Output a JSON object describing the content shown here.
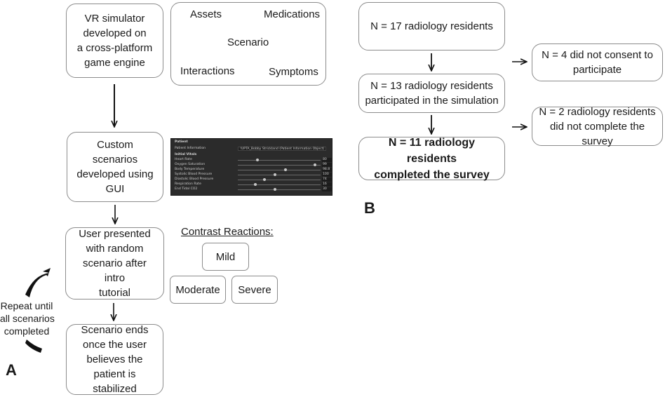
{
  "panel_a": {
    "label": "A",
    "boxes": {
      "vr_simulator": [
        "VR simulator",
        "developed on",
        "a cross-platform",
        "game engine"
      ],
      "custom_scenarios": [
        "Custom scenarios",
        "developed using",
        "GUI"
      ],
      "user_presented": [
        "User presented",
        "with random",
        "scenario after intro",
        "tutorial"
      ],
      "scenario_ends": [
        "Scenario ends",
        "once the user",
        "believes the",
        "patient is stabilized"
      ]
    },
    "components": {
      "assets": "Assets",
      "medications": "Medications",
      "scenario": "Scenario",
      "interactions": "Interactions",
      "symptoms": "Symptoms"
    },
    "contrast_reactions": {
      "title": "Contrast Reactions:",
      "mild": "Mild",
      "moderate": "Moderate",
      "severe": "Severe"
    },
    "repeat_text": [
      "Repeat until",
      "all scenarios",
      "completed"
    ]
  },
  "gui_panel": {
    "patient_header": "Patient",
    "patient_info_label": "Patient Information",
    "patient_info_value": "!UPTA_Bobby Strickland (Patient Information Object)",
    "vitals_header": "Initial Vitals",
    "vitals": [
      {
        "label": "Heart Rate",
        "value": "80",
        "level": 0.24
      },
      {
        "label": "Oxygen Saturation",
        "value": "99",
        "level": 0.93
      },
      {
        "label": "Body Temperature",
        "value": "98.8",
        "level": 0.58
      },
      {
        "label": "Systolic Blood Pressure",
        "value": "100",
        "level": 0.45
      },
      {
        "label": "Diastolic Blood Pressure",
        "value": "74",
        "level": 0.32
      },
      {
        "label": "Respiration Rate",
        "value": "16",
        "level": 0.21
      },
      {
        "label": "End Tidal CO2",
        "value": "30",
        "level": 0.45
      }
    ]
  },
  "panel_b": {
    "label": "B",
    "boxes": {
      "n17": [
        "N = 17 radiology residents"
      ],
      "n13": [
        "N = 13 radiology residents",
        "participated in the simulation"
      ],
      "n11": [
        "N = 11 radiology residents",
        "completed the survey"
      ],
      "n4": [
        "N = 4 did not consent to",
        "participate"
      ],
      "n2": [
        "N = 2 radiology residents",
        "did not complete the survey"
      ]
    }
  }
}
